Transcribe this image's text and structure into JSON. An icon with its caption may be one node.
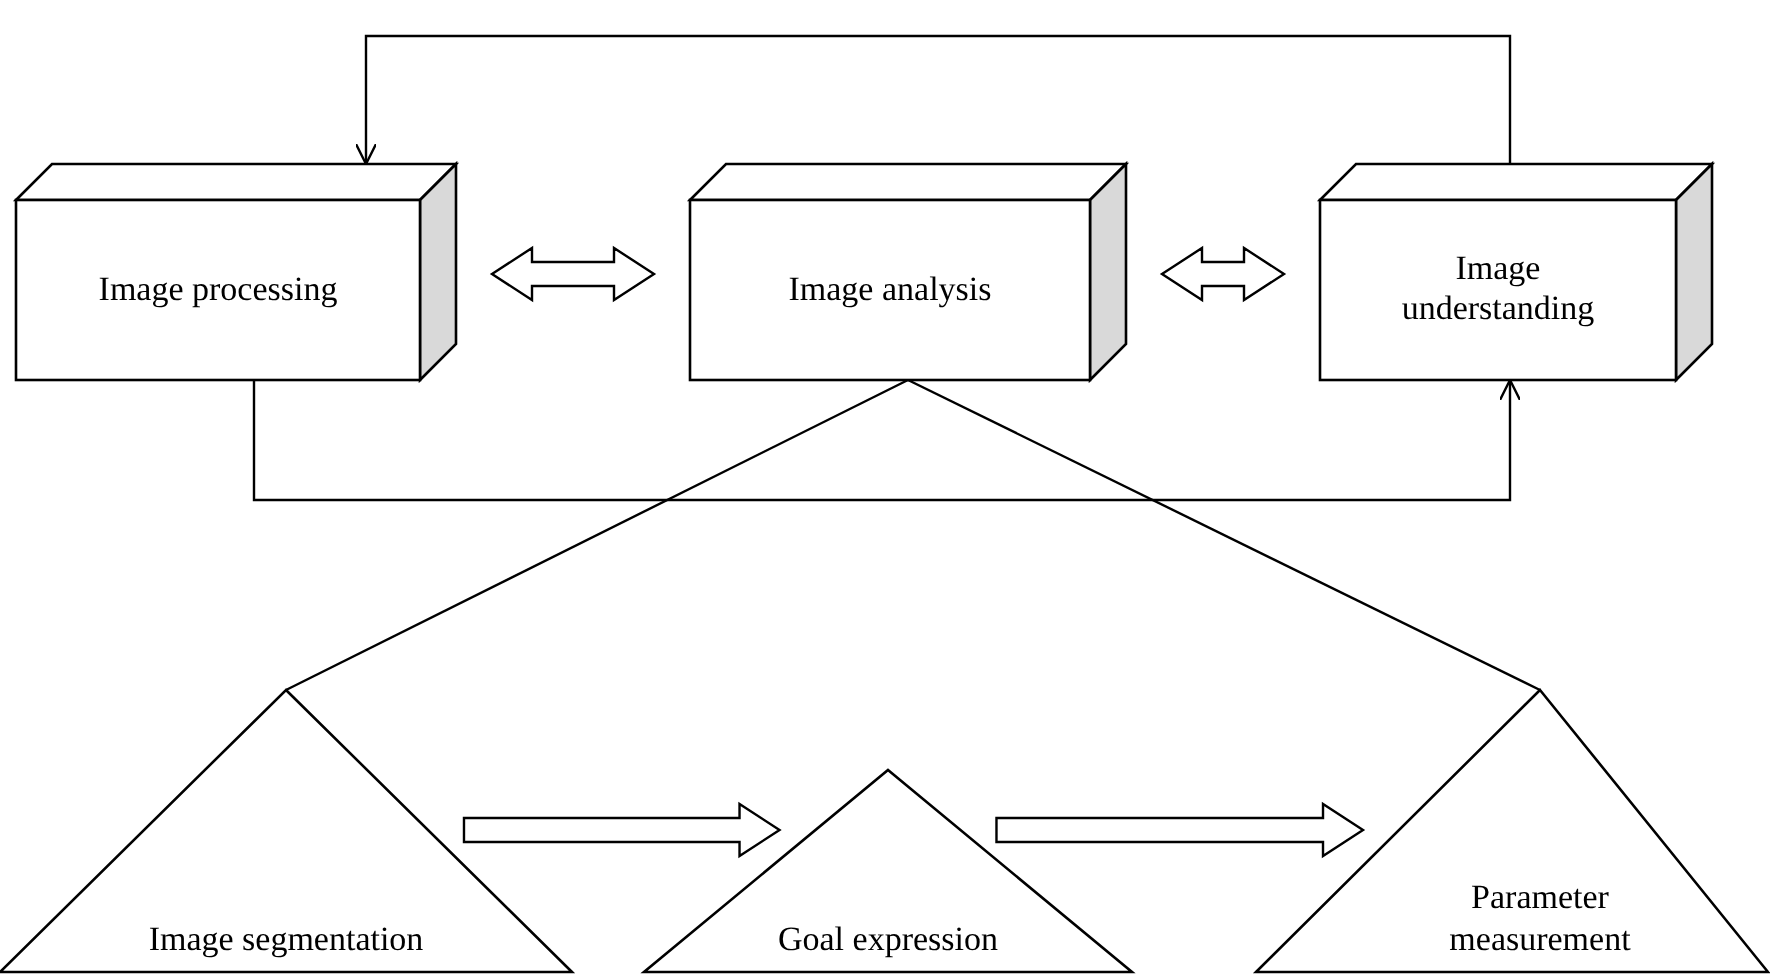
{
  "diagram": {
    "nodes": [
      {
        "text": [
          "Image processing"
        ]
      },
      {
        "text": [
          "Image analysis"
        ]
      },
      {
        "text": [
          "Image understanding"
        ]
      },
      {
        "text": [
          "Image segmentation"
        ]
      },
      {
        "text": [
          "Goal expression"
        ]
      },
      {
        "text": [
          "Parameter measurement"
        ]
      }
    ],
    "edges": [
      {
        "from": 0,
        "to": 1,
        "arrow": "both",
        "style": "thick"
      },
      {
        "from": 1,
        "to": 2,
        "arrow": "both",
        "style": "thick"
      },
      {
        "from": 2,
        "to": 0,
        "arrow": "to"
      },
      {
        "from": 0,
        "to": 2,
        "arrow": "to"
      },
      {
        "from": 1,
        "to": 3,
        "arrow": "none"
      },
      {
        "from": 1,
        "to": 5,
        "arrow": "none"
      },
      {
        "from": 3,
        "to": 4,
        "arrow": "to",
        "style": "thick"
      },
      {
        "from": 4,
        "to": 5,
        "arrow": "to",
        "style": "thick"
      }
    ]
  }
}
